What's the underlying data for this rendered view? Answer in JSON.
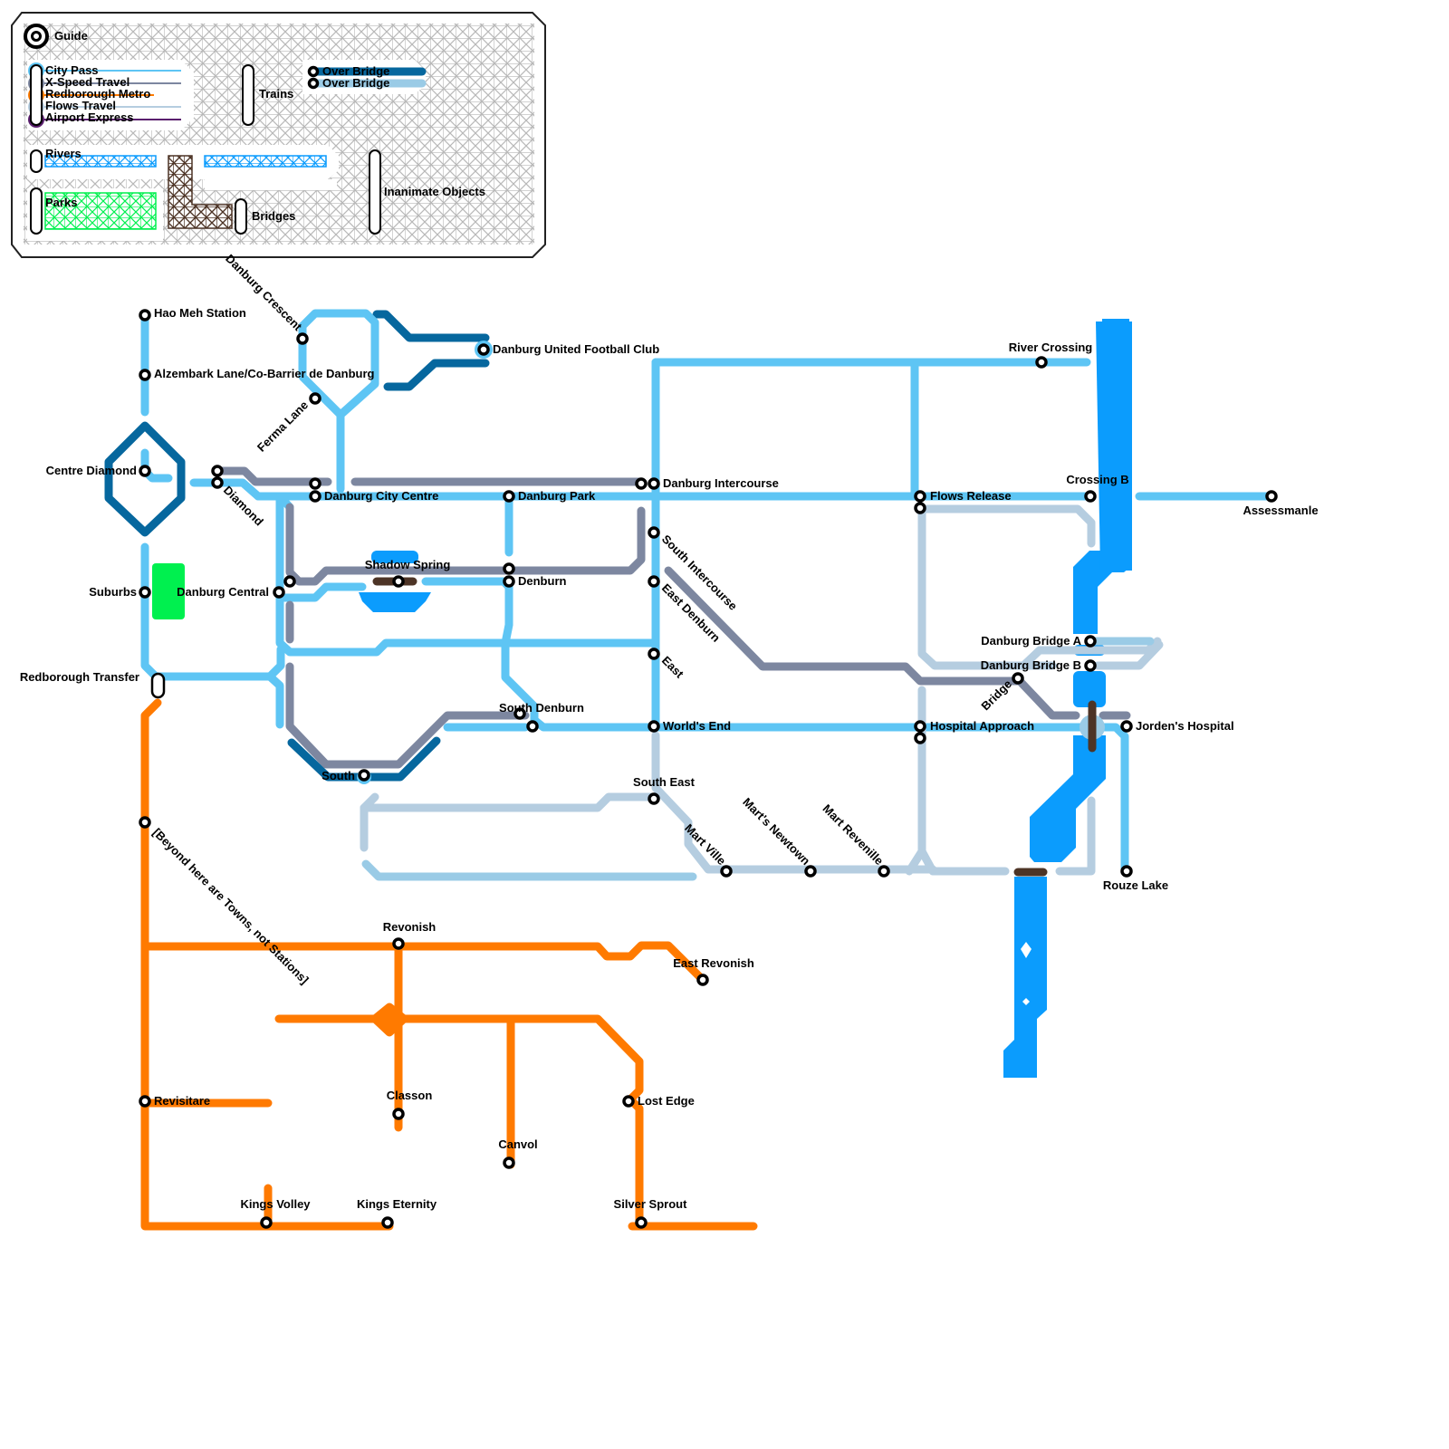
{
  "colors": {
    "city_pass": "#5ec5f4",
    "x_speed": "#7d87a0",
    "redborough": "#ff7a00",
    "flows": "#b5cde0",
    "airport": "#5a1f6e",
    "over_bridge_dark": "#06679e",
    "over_bridge_light": "#9acbe6",
    "river": "#0b9cfd",
    "park": "#00f04f",
    "bridge": "#4d3426"
  },
  "legend": {
    "guide": "Guide",
    "lines": [
      {
        "label": "City Pass",
        "color": "#5ec5f4"
      },
      {
        "label": "X-Speed Travel",
        "color": "#7d87a0"
      },
      {
        "label": "Redborough Metro",
        "color": "#ff7a00"
      },
      {
        "label": "Flows Travel",
        "color": "#b5cde0"
      },
      {
        "label": "Airport Express",
        "color": "#5a1f6e"
      }
    ],
    "trains": "Trains",
    "over_bridge": [
      "Over Bridge",
      "Over Bridge"
    ],
    "rivers": "Rivers",
    "parks": "Parks",
    "bridges": "Bridges",
    "inanimate": "Inanimate Objects"
  },
  "stations": {
    "hao_meh": "Hao Meh Station",
    "alzembark": "Alzembark Lane/Co-Barrier de Danburg",
    "centre_diamond": "Centre Diamond",
    "suburbs": "Suburbs",
    "redborough_transfer": "Redborough Transfer",
    "danburg_crescent": "Danburg Crescent",
    "ferma_lane": "Ferma Lane",
    "diamond": "Diamond",
    "danburg_city_centre": "Danburg City Centre",
    "danburg_central": "Danburg Central",
    "shadow_spring": "Shadow Spring",
    "danburg_park": "Danburg Park",
    "denburn": "Denburn",
    "south_denburn": "South Denburn",
    "south": "South",
    "dufc": "Danburg United Football Club",
    "danburg_intercourse": "Danburg Intercourse",
    "south_intercourse": "South Intercourse",
    "east_denburn": "East Denburn",
    "east": "East",
    "worlds_end": "World's End",
    "south_east": "South East",
    "mart_ville": "Mart Ville",
    "marts_newtown": "Mart's Newtown",
    "mart_revenille": "Mart Revenille",
    "river_crossing": "River Crossing",
    "flows_release": "Flows Release",
    "crossing_b": "Crossing B",
    "assessmanle": "Assessmanle",
    "danburg_bridge_a": "Danburg Bridge A",
    "danburg_bridge_b": "Danburg Bridge B",
    "bridge": "Bridge",
    "hospital_approach": "Hospital Approach",
    "jordens_hospital": "Jorden's Hospital",
    "rouze_lake": "Rouze Lake",
    "beyond": "[Beyond here are Towns, not Stations]",
    "revonish": "Revonish",
    "east_revonish": "East Revonish",
    "classon": "Classon",
    "canvol": "Canvol",
    "lost_edge": "Lost Edge",
    "revisitare": "Revisitare",
    "kings_volley": "Kings Volley",
    "kings_eternity": "Kings Eternity",
    "silver_sprout": "Silver Sprout"
  }
}
